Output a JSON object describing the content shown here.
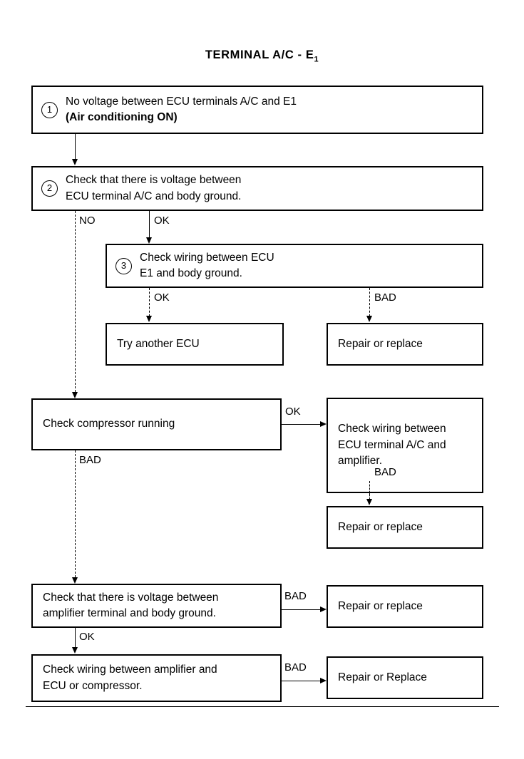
{
  "page": {
    "title_main": "TERMINAL A/C - E",
    "title_sub": "1"
  },
  "nodes": {
    "step1": {
      "marker": "1",
      "line1": "No voltage between ECU terminals A/C and E1",
      "line2": "(Air conditioning ON)"
    },
    "step2": {
      "marker": "2",
      "text": "Check that there is voltage between\nECU terminal A/C and body ground."
    },
    "step3": {
      "marker": "3",
      "text": "Check wiring between ECU\nE1 and body ground."
    },
    "try_another_ecu": {
      "text": "Try another ECU"
    },
    "repair_replace_1": {
      "text": "Repair or replace"
    },
    "check_compressor": {
      "text": "Check compressor running"
    },
    "check_wiring_amp": {
      "text": "Check wiring between\nECU terminal A/C and\namplifier."
    },
    "repair_replace_2": {
      "text": "Repair or replace"
    },
    "check_voltage_amp": {
      "text": "Check that there is voltage between\namplifier terminal and body ground."
    },
    "repair_replace_3": {
      "text": "Repair or replace"
    },
    "check_wiring_ecu_comp": {
      "text": "Check wiring between amplifier and\nECU or compressor."
    },
    "repair_replace_4": {
      "text": "Repair or Replace"
    }
  },
  "edge_labels": {
    "step2_no": "NO",
    "step2_ok": "OK",
    "step3_ok": "OK",
    "step3_bad": "BAD",
    "compressor_ok": "OK",
    "compressor_bad": "BAD",
    "wiring_amp_bad": "BAD",
    "voltage_amp_bad": "BAD",
    "voltage_amp_ok": "OK",
    "wiring_ecu_bad": "BAD"
  },
  "colors": {
    "ink": "#000000",
    "paper": "#ffffff"
  }
}
